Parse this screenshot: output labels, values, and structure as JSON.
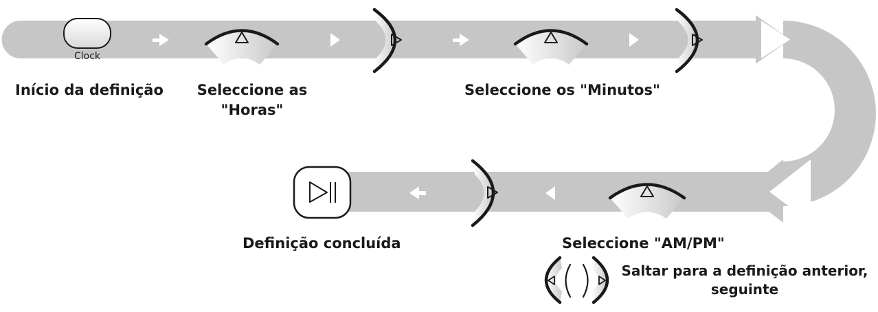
{
  "clock_button_label": "Clock",
  "steps": {
    "start": "Início da definição",
    "hours_line1": "Seleccione as",
    "hours_line2": "\"Horas\"",
    "minutes": "Seleccione os \"Minutos\"",
    "ampm": "Seleccione \"AM/PM\"",
    "done": "Definição concluída"
  },
  "legend": {
    "line1": "Saltar para a definição anterior,",
    "line2": "seguinte"
  },
  "icons": {
    "clock": "clock-button-icon",
    "up": "up-arrow-dial-icon",
    "next": "next-arrow-dial-icon",
    "start_pause": "start-pause-button-icon",
    "prev_next": "prev-next-dial-icon"
  },
  "colors": {
    "track": "#c6c6c6",
    "arrow": "#ffffff",
    "outline": "#1a1a1a"
  }
}
